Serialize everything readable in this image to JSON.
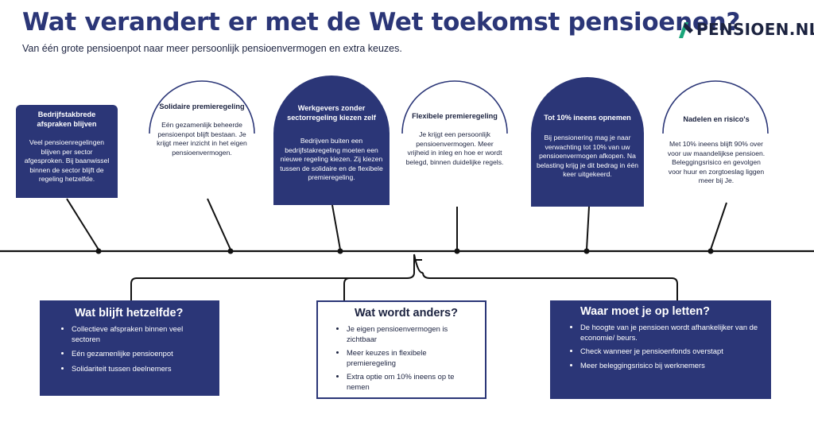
{
  "header": {
    "title": "Wat verandert er met de Wet toekomst pensioenen?",
    "subtitle": "Van één grote pensioenpot naar meer persoonlijk pensioenvermogen en extra keuzes.",
    "logo_text": "PENSIOEN.NL"
  },
  "colors": {
    "primary": "#2b3677",
    "accent": "#1aa57a",
    "text": "#1c2340"
  },
  "timeline_cards": [
    {
      "title": "Bedrijfstakbrede afspraken blijven",
      "body": "Veel pensioenregelingen blijven per sector afgesproken. Bij baanwissel binnen de sector blijft de regeling hetzelfde."
    },
    {
      "title": "Solidaire premieregeling",
      "body": "Eén gezamenlijk beheerde pensioenpot blijft bestaan. Je krijgt meer inzicht in het eigen pensioenvermogen."
    },
    {
      "title": "Werkgevers zonder sectorregeling kiezen zelf",
      "body": "Bedrijven buiten een bedrijfstakregeling moeten een nieuwe regeling kiezen. Zij kiezen tussen de solidaire en de flexibele premieregeling."
    },
    {
      "title": "Flexibele premieregeling",
      "body": "Je krijgt een persoonlijk pensioenvermogen. Meer vrijheid in inleg en hoe er wordt belegd, binnen duidelijke regels."
    },
    {
      "title": "Tot 10% ineens opnemen",
      "body": "Bij pensionering mag je naar verwachting tot 10% van uw pensioenvermogen afkopen. Na belasting krijg je dit bedrag in één keer uitgekeerd."
    },
    {
      "title": "Nadelen en risico's",
      "body": "Met 10% ineens blijft 90% over voor uw maandelijkse pensioen. Beleggingsrisico en gevolgen voor huur en zorgtoeslag liggen meer bij Je."
    }
  ],
  "summary_boxes": [
    {
      "title": "Wat blijft hetzelfde?",
      "items": [
        "Collectieve afspraken binnen veel sectoren",
        "Eén gezamenlijke pensioenpot",
        "Solidariteit tussen deelnemers"
      ]
    },
    {
      "title": "Wat wordt anders?",
      "items": [
        "Je eigen pensioenvermogen is zichtbaar",
        "Meer keuzes in flexibele premieregeling",
        "Extra optie om 10% ineens op te nemen"
      ]
    },
    {
      "title": "Waar moet je op letten?",
      "items": [
        "De hoogte van je pensioen wordt afhankelijker van de economie/ beurs.",
        "Check wanneer je pensioenfonds overstapt",
        "Meer beleggingsrisico bij werknemers"
      ]
    }
  ]
}
